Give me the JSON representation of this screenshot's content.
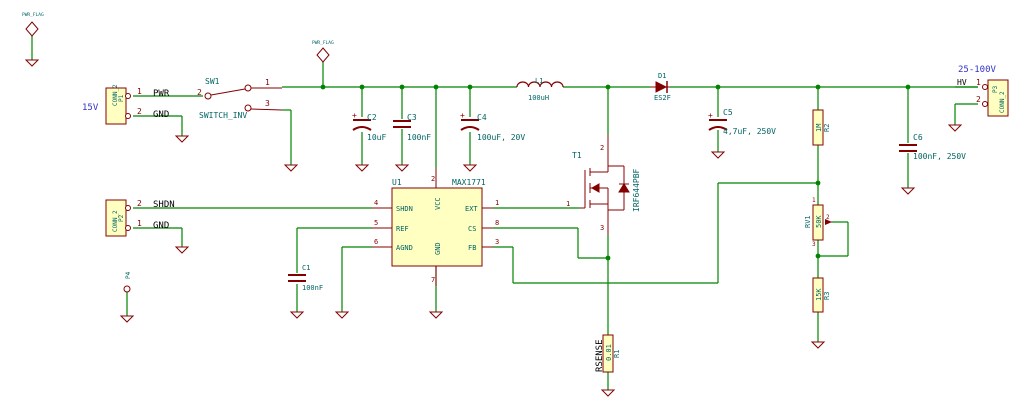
{
  "schematic": {
    "wire_color": "#008400",
    "part_color": "#840000",
    "junction_color": "#008400",
    "power_labels": {
      "pwr_flag_top": "PWR_FLAG",
      "pwr_flag_mid": "PWR_FLAG"
    },
    "connectors": {
      "p1": {
        "ref": "P1",
        "value": "CONN_2",
        "pin1": "1",
        "pin2": "2",
        "net1": "PWR",
        "net2": "GND",
        "voltage": "15V"
      },
      "p2": {
        "ref": "P2",
        "value": "CONN_2",
        "pin1": "1",
        "pin2": "2",
        "net1": "GND",
        "net2": "SHDN"
      },
      "p3": {
        "ref": "P3",
        "value": "CONN_2",
        "pin1": "1",
        "pin2": "2",
        "net1": "HV",
        "voltage": "25-100V"
      },
      "p4": {
        "ref": "P4"
      }
    },
    "switch": {
      "ref": "SW1",
      "value": "SWITCH_INV",
      "pin1": "1",
      "pin2": "2",
      "pin3": "3"
    },
    "ic": {
      "ref": "U1",
      "value": "MAX1771",
      "pins": {
        "shdn": {
          "num": "4",
          "name": "SHDN"
        },
        "ref": {
          "num": "5",
          "name": "REF"
        },
        "agnd": {
          "num": "6",
          "name": "AGND"
        },
        "ext": {
          "num": "1",
          "name": "EXT"
        },
        "cs": {
          "num": "8",
          "name": "CS"
        },
        "fb": {
          "num": "3",
          "name": "FB"
        },
        "vcc": {
          "num": "2",
          "name": "VCC"
        },
        "gnd": {
          "num": "7",
          "name": "GND"
        }
      }
    },
    "mosfet": {
      "ref": "T1",
      "value": "IRF644PBF",
      "pin1": "1",
      "pin2": "2",
      "pin3": "3"
    },
    "inductor": {
      "ref": "L1",
      "value": "100uH"
    },
    "diode": {
      "ref": "D1",
      "value": "ES2F"
    },
    "capacitors": {
      "c1": {
        "ref": "C1",
        "value": "100nF"
      },
      "c2": {
        "ref": "C2",
        "value": "10uF"
      },
      "c3": {
        "ref": "C3",
        "value": "100nF"
      },
      "c4": {
        "ref": "C4",
        "value": "100uF, 20V"
      },
      "c5": {
        "ref": "C5",
        "value": "4,7uF, 250V"
      },
      "c6": {
        "ref": "C6",
        "value": "100nF, 250V"
      }
    },
    "resistors": {
      "r1": {
        "ref": "R1",
        "value": "0.01",
        "net": "RSENSE"
      },
      "r2": {
        "ref": "R2",
        "value": "1M"
      },
      "r3": {
        "ref": "R3",
        "value": "15K"
      },
      "rv1": {
        "ref": "RV1",
        "value": "50K",
        "pin1": "1",
        "pin2": "2",
        "pin3": "3"
      }
    }
  }
}
